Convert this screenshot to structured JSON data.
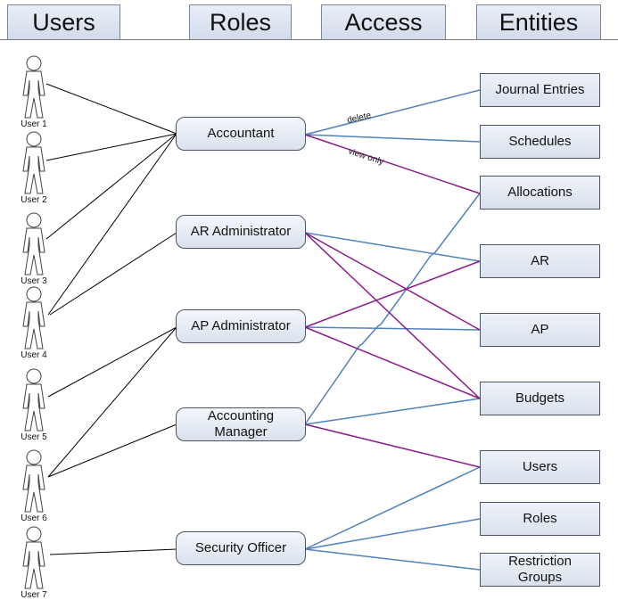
{
  "headers": {
    "users": "Users",
    "roles": "Roles",
    "access": "Access",
    "entities": "Entities"
  },
  "users": [
    "User 1",
    "User 2",
    "User 3",
    "User 4",
    "User 5",
    "User 6",
    "User 7"
  ],
  "roles": {
    "accountant": "Accountant",
    "ar_admin": "AR Administrator",
    "ap_admin": "AP Administrator",
    "acct_manager": "Accounting\nManager",
    "security_officer": "Security Officer"
  },
  "entities": {
    "journal_entries": "Journal Entries",
    "schedules": "Schedules",
    "allocations": "Allocations",
    "ar": "AR",
    "ap": "AP",
    "budgets": "Budgets",
    "users": "Users",
    "roles": "Roles",
    "restriction_groups": "Restriction\nGroups"
  },
  "edge_labels": {
    "delete": "delete",
    "view_only": "view only"
  },
  "colors": {
    "user_link": "#000000",
    "full_access": "#4f81bd",
    "view_access": "#8b1a8b"
  }
}
